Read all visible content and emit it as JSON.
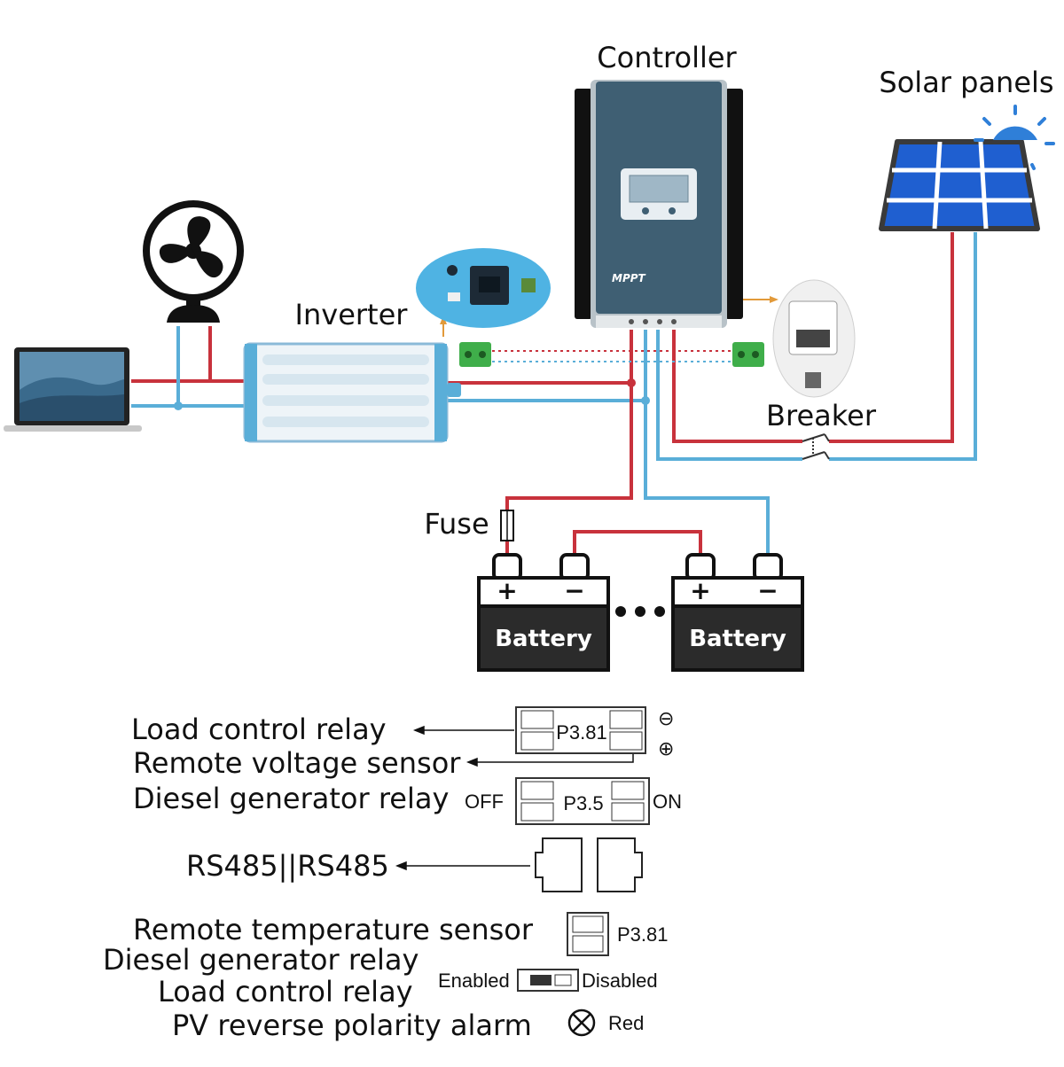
{
  "labels": {
    "controller": "Controller",
    "solar_panels": "Solar panels",
    "inverter": "Inverter",
    "breaker": "Breaker",
    "fuse": "Fuse",
    "battery": "Battery",
    "battery_plus": "+",
    "battery_minus": "−",
    "controller_model": "MPPT"
  },
  "legend": {
    "load_control_relay": "Load control relay",
    "remote_voltage_sensor": "Remote voltage sensor",
    "diesel_generator_relay": "Diesel generator relay",
    "rs485": "RS485||RS485",
    "remote_temperature_sensor": "Remote temperature sensor",
    "diesel_generator_relay_2": "Diesel generator relay",
    "load_control_relay_2": "Load control relay",
    "pv_reverse_polarity_alarm": "PV reverse polarity alarm",
    "port_p381": "P3.81",
    "port_p35": "P3.5",
    "port_p381_b": "P3.81",
    "off": "OFF",
    "on": "ON",
    "enabled": "Enabled",
    "disabled": "Disabled",
    "red": "Red",
    "minus_symbol": "⊖",
    "plus_symbol": "⊕"
  },
  "colors": {
    "positive_wire": "#c8323c",
    "negative_wire": "#5aaed8",
    "battery_body": "#2b2b2b",
    "controller_body": "#3f5f73",
    "panel_blue": "#1f5fd0",
    "sun": "#2f7fd8"
  }
}
